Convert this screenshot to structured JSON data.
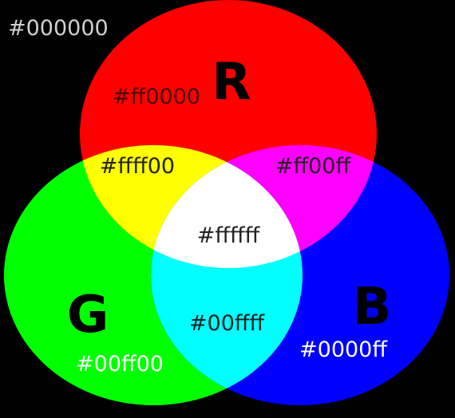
{
  "background": {
    "label": "#000000",
    "color": "#000000"
  },
  "circles": {
    "red": {
      "letter": "R",
      "label": "#ff0000",
      "color": "#ff0000"
    },
    "green": {
      "letter": "G",
      "label": "#00ff00",
      "color": "#00ff00"
    },
    "blue": {
      "letter": "B",
      "label": "#0000ff",
      "color": "#0000ff"
    }
  },
  "overlaps": {
    "red_green": {
      "label": "#ffff00",
      "color": "#ffff00"
    },
    "red_blue": {
      "label": "#ff00ff",
      "color": "#ff00ff"
    },
    "green_blue": {
      "label": "#00ffff",
      "color": "#00ffff"
    },
    "center": {
      "label": "#ffffff",
      "color": "#ffffff"
    }
  }
}
